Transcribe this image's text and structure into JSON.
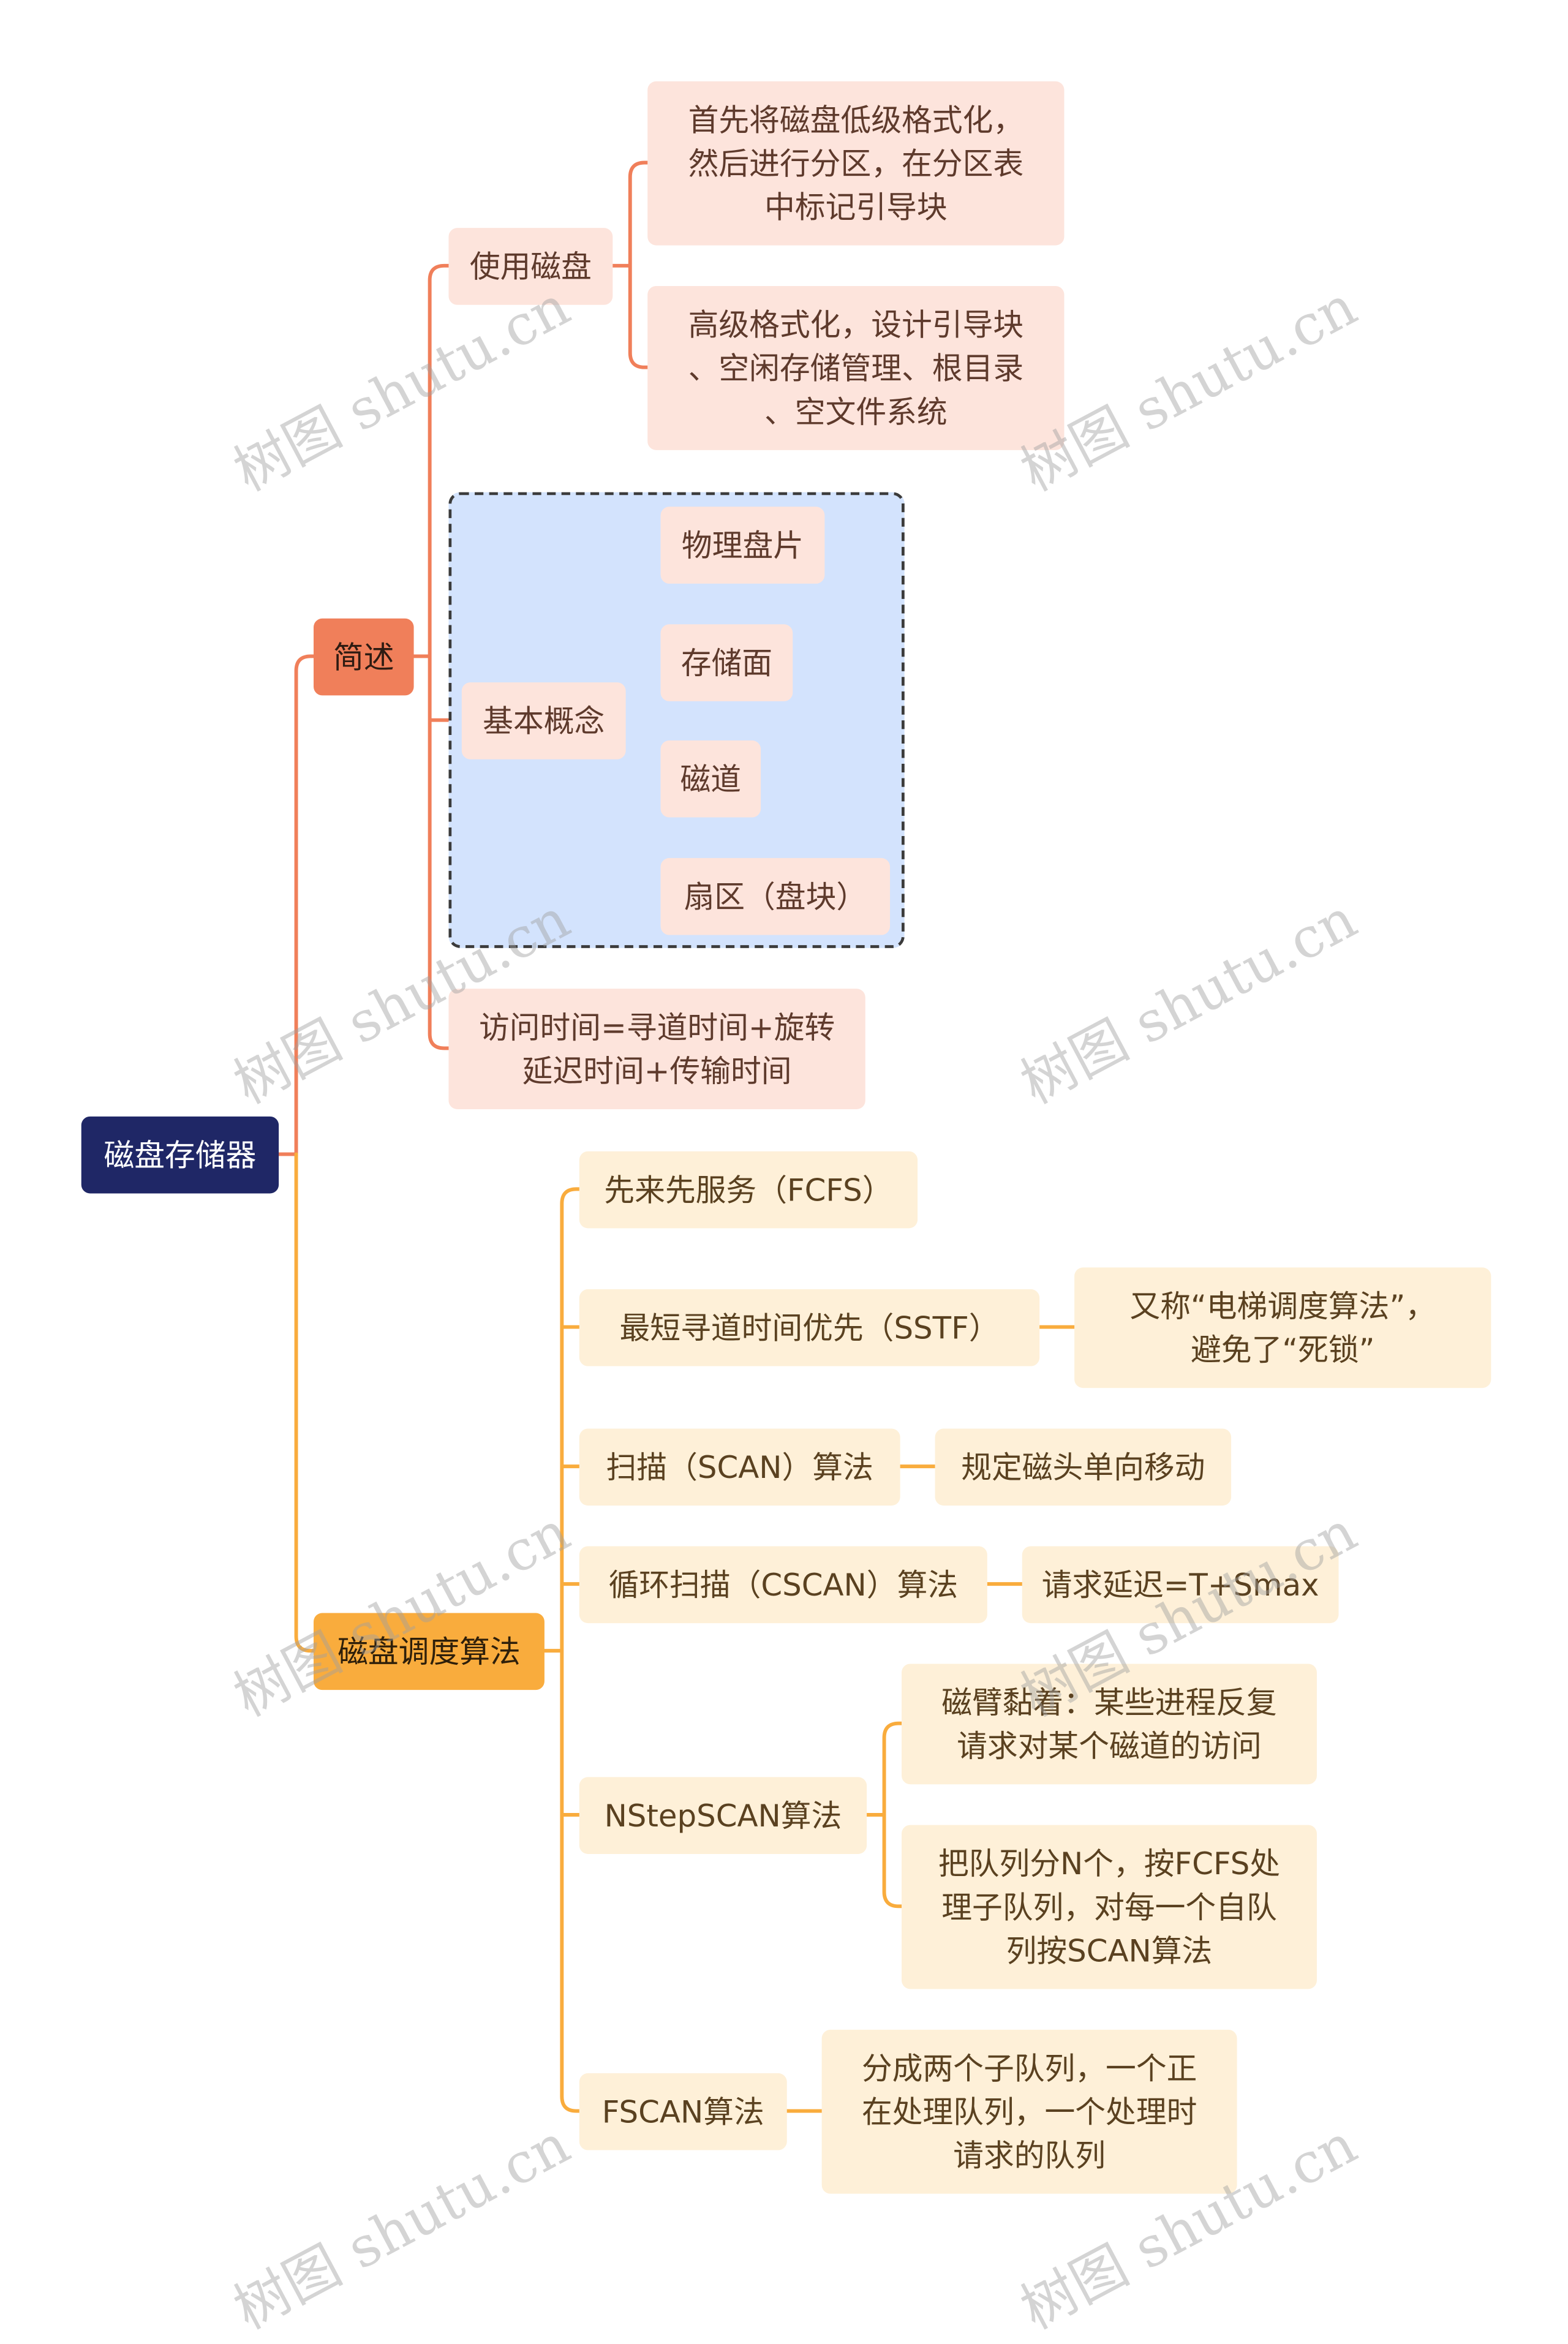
{
  "root": "磁盘存储器",
  "branch_overview": {
    "label": "简述",
    "using_disk": {
      "label": "使用磁盘",
      "items": [
        "首先将磁盘低级格式化，\n然后进行分区，在分区表\n中标记引导块",
        "高级格式化，设计引导块\n、空闲存储管理、根目录\n、空文件系统"
      ]
    },
    "basic_concepts": {
      "label": "基本概念",
      "items": [
        "物理盘片",
        "存储面",
        "磁道",
        "扇区（盘块）"
      ]
    },
    "access_time": "访问时间=寻道时间+旋转\n延迟时间+传输时间"
  },
  "branch_scheduling": {
    "label": "磁盘调度算法",
    "fcfs": "先来先服务（FCFS）",
    "sstf": "最短寻道时间优先（SSTF）",
    "sstf_note": "又称“电梯调度算法”，\n避免了“死锁”",
    "scan": "扫描（SCAN）算法",
    "scan_note": "规定磁头单向移动",
    "cscan": "循环扫描（CSCAN）算法",
    "cscan_note": "请求延迟=T+Smax",
    "nstep": "NStepSCAN算法",
    "nstep_notes": [
      "磁臂黏着：某些进程反复\n请求对某个磁道的访问",
      "把队列分N个，按FCFS处\n理子队列，对每一个自队\n列按SCAN算法"
    ],
    "fscan": "FSCAN算法",
    "fscan_note": "分成两个子队列，一个正\n在处理队列，一个处理时\n请求的队列"
  },
  "watermark": "树图 shutu.cn",
  "colors": {
    "root": "#1f2766",
    "overview_branch": "#f07f5a",
    "scheduling_branch": "#f9ac3d",
    "overview_node": "#fde4dc",
    "scheduling_node": "#fef0d8",
    "concept_group": "#d3e3fd"
  }
}
